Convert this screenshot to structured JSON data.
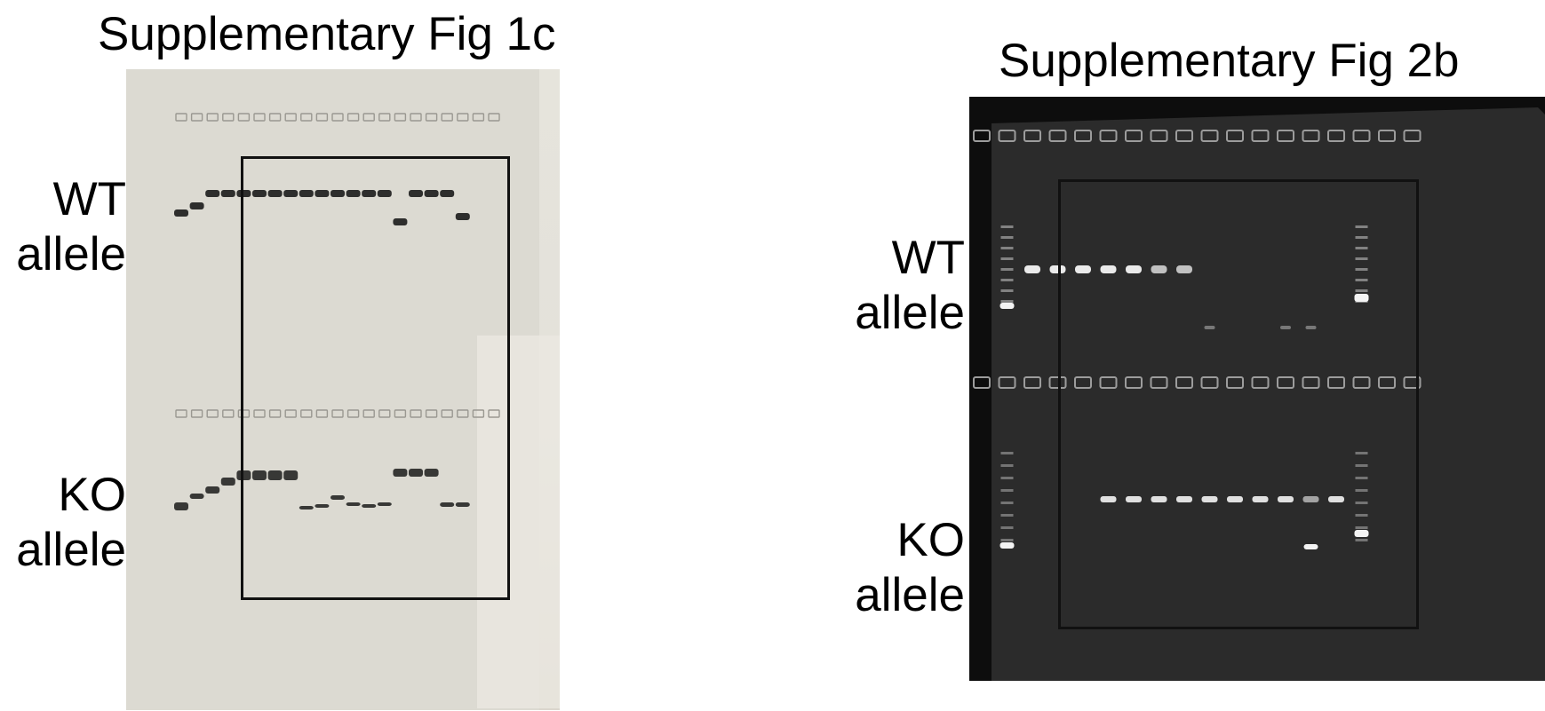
{
  "panel_left": {
    "title": "Supplementary Fig 1c",
    "wt_label_line1": "WT",
    "wt_label_line2": "allele",
    "ko_label_line1": "KO",
    "ko_label_line2": "allele",
    "photo_tone": "#e4e2db",
    "band_color": "#1b1b1b"
  },
  "panel_right": {
    "title": "Supplementary Fig 2b",
    "wt_label_line1": "WT",
    "wt_label_line2": "allele",
    "ko_label_line1": "KO",
    "ko_label_line2": "allele",
    "gel_color": "#2a2a2a",
    "band_color": "#f4f4f4"
  }
}
